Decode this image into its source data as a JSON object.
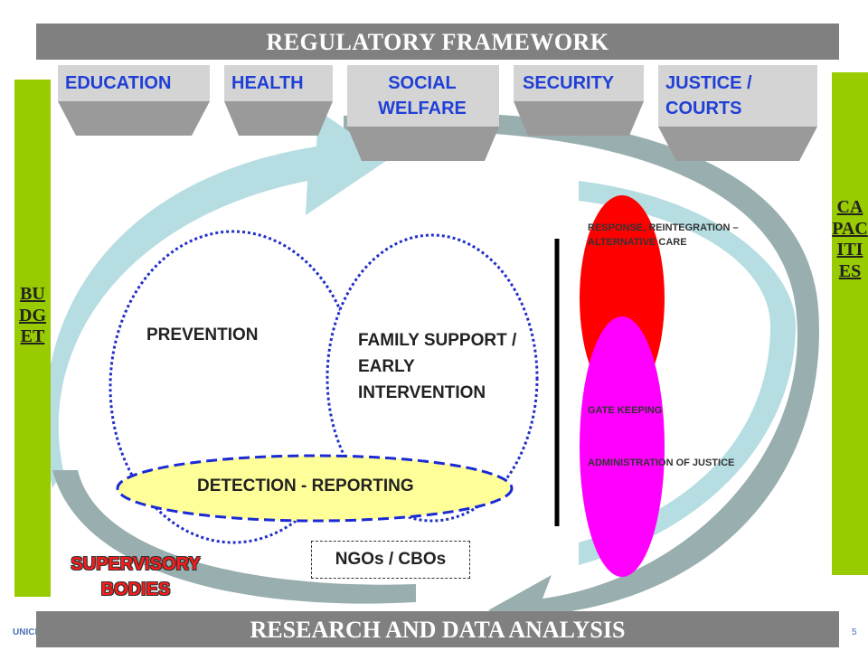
{
  "top_bar": {
    "title": "REGULATORY FRAMEWORK"
  },
  "bottom_bar": {
    "title": "RESEARCH AND DATA ANALYSIS"
  },
  "budget": {
    "label": "BUDGET"
  },
  "capacities": {
    "label": "CAPACITIES"
  },
  "categories": {
    "education": "EDUCATION",
    "health": "HEALTH",
    "social_welfare": "SOCIAL WELFARE",
    "security": "SECURITY",
    "justice": "JUSTICE / COURTS"
  },
  "circles": {
    "prevention": "PREVENTION",
    "family_support": "FAMILY SUPPORT / EARLY INTERVENTION",
    "detection": "DETECTION - REPORTING"
  },
  "response": {
    "top": "RESPONSE, REINTEGRATION – ALTERNATIVE CARE",
    "gate": "GATE KEEPING",
    "admin": "ADMINISTRATION OF JUSTICE"
  },
  "ngo": "NGOs / CBOs",
  "supervisory": "SUPERVISORY BODIES",
  "footer": {
    "left": "UNICE",
    "page": "5"
  },
  "colors": {
    "bar_gray": "#808080",
    "side_green": "#99cc00",
    "category_blue": "#1f3fd6",
    "arrow_light": "#b5dde2",
    "arrow_dark": "#99aeaf",
    "detection_fill": "#ffff99",
    "response_red": "#ff0000",
    "gate_magenta": "#ff00ff"
  }
}
